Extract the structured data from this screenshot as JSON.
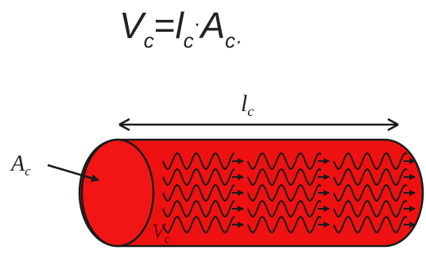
{
  "equation": {
    "v": "V",
    "v_sub": "c",
    "eq": "=",
    "l": "l",
    "l_sub": "c",
    "dot": "·",
    "a": "A",
    "a_sub": "c·"
  },
  "labels": {
    "length": "l",
    "length_sub": "c",
    "area": "A",
    "area_sub": "c",
    "velocity": "V",
    "velocity_sub": "c"
  },
  "colors": {
    "cylinder_fill": "#ee1111",
    "cylinder_end": "#f21515",
    "outline": "#1a1a1a",
    "text": "#222222"
  }
}
